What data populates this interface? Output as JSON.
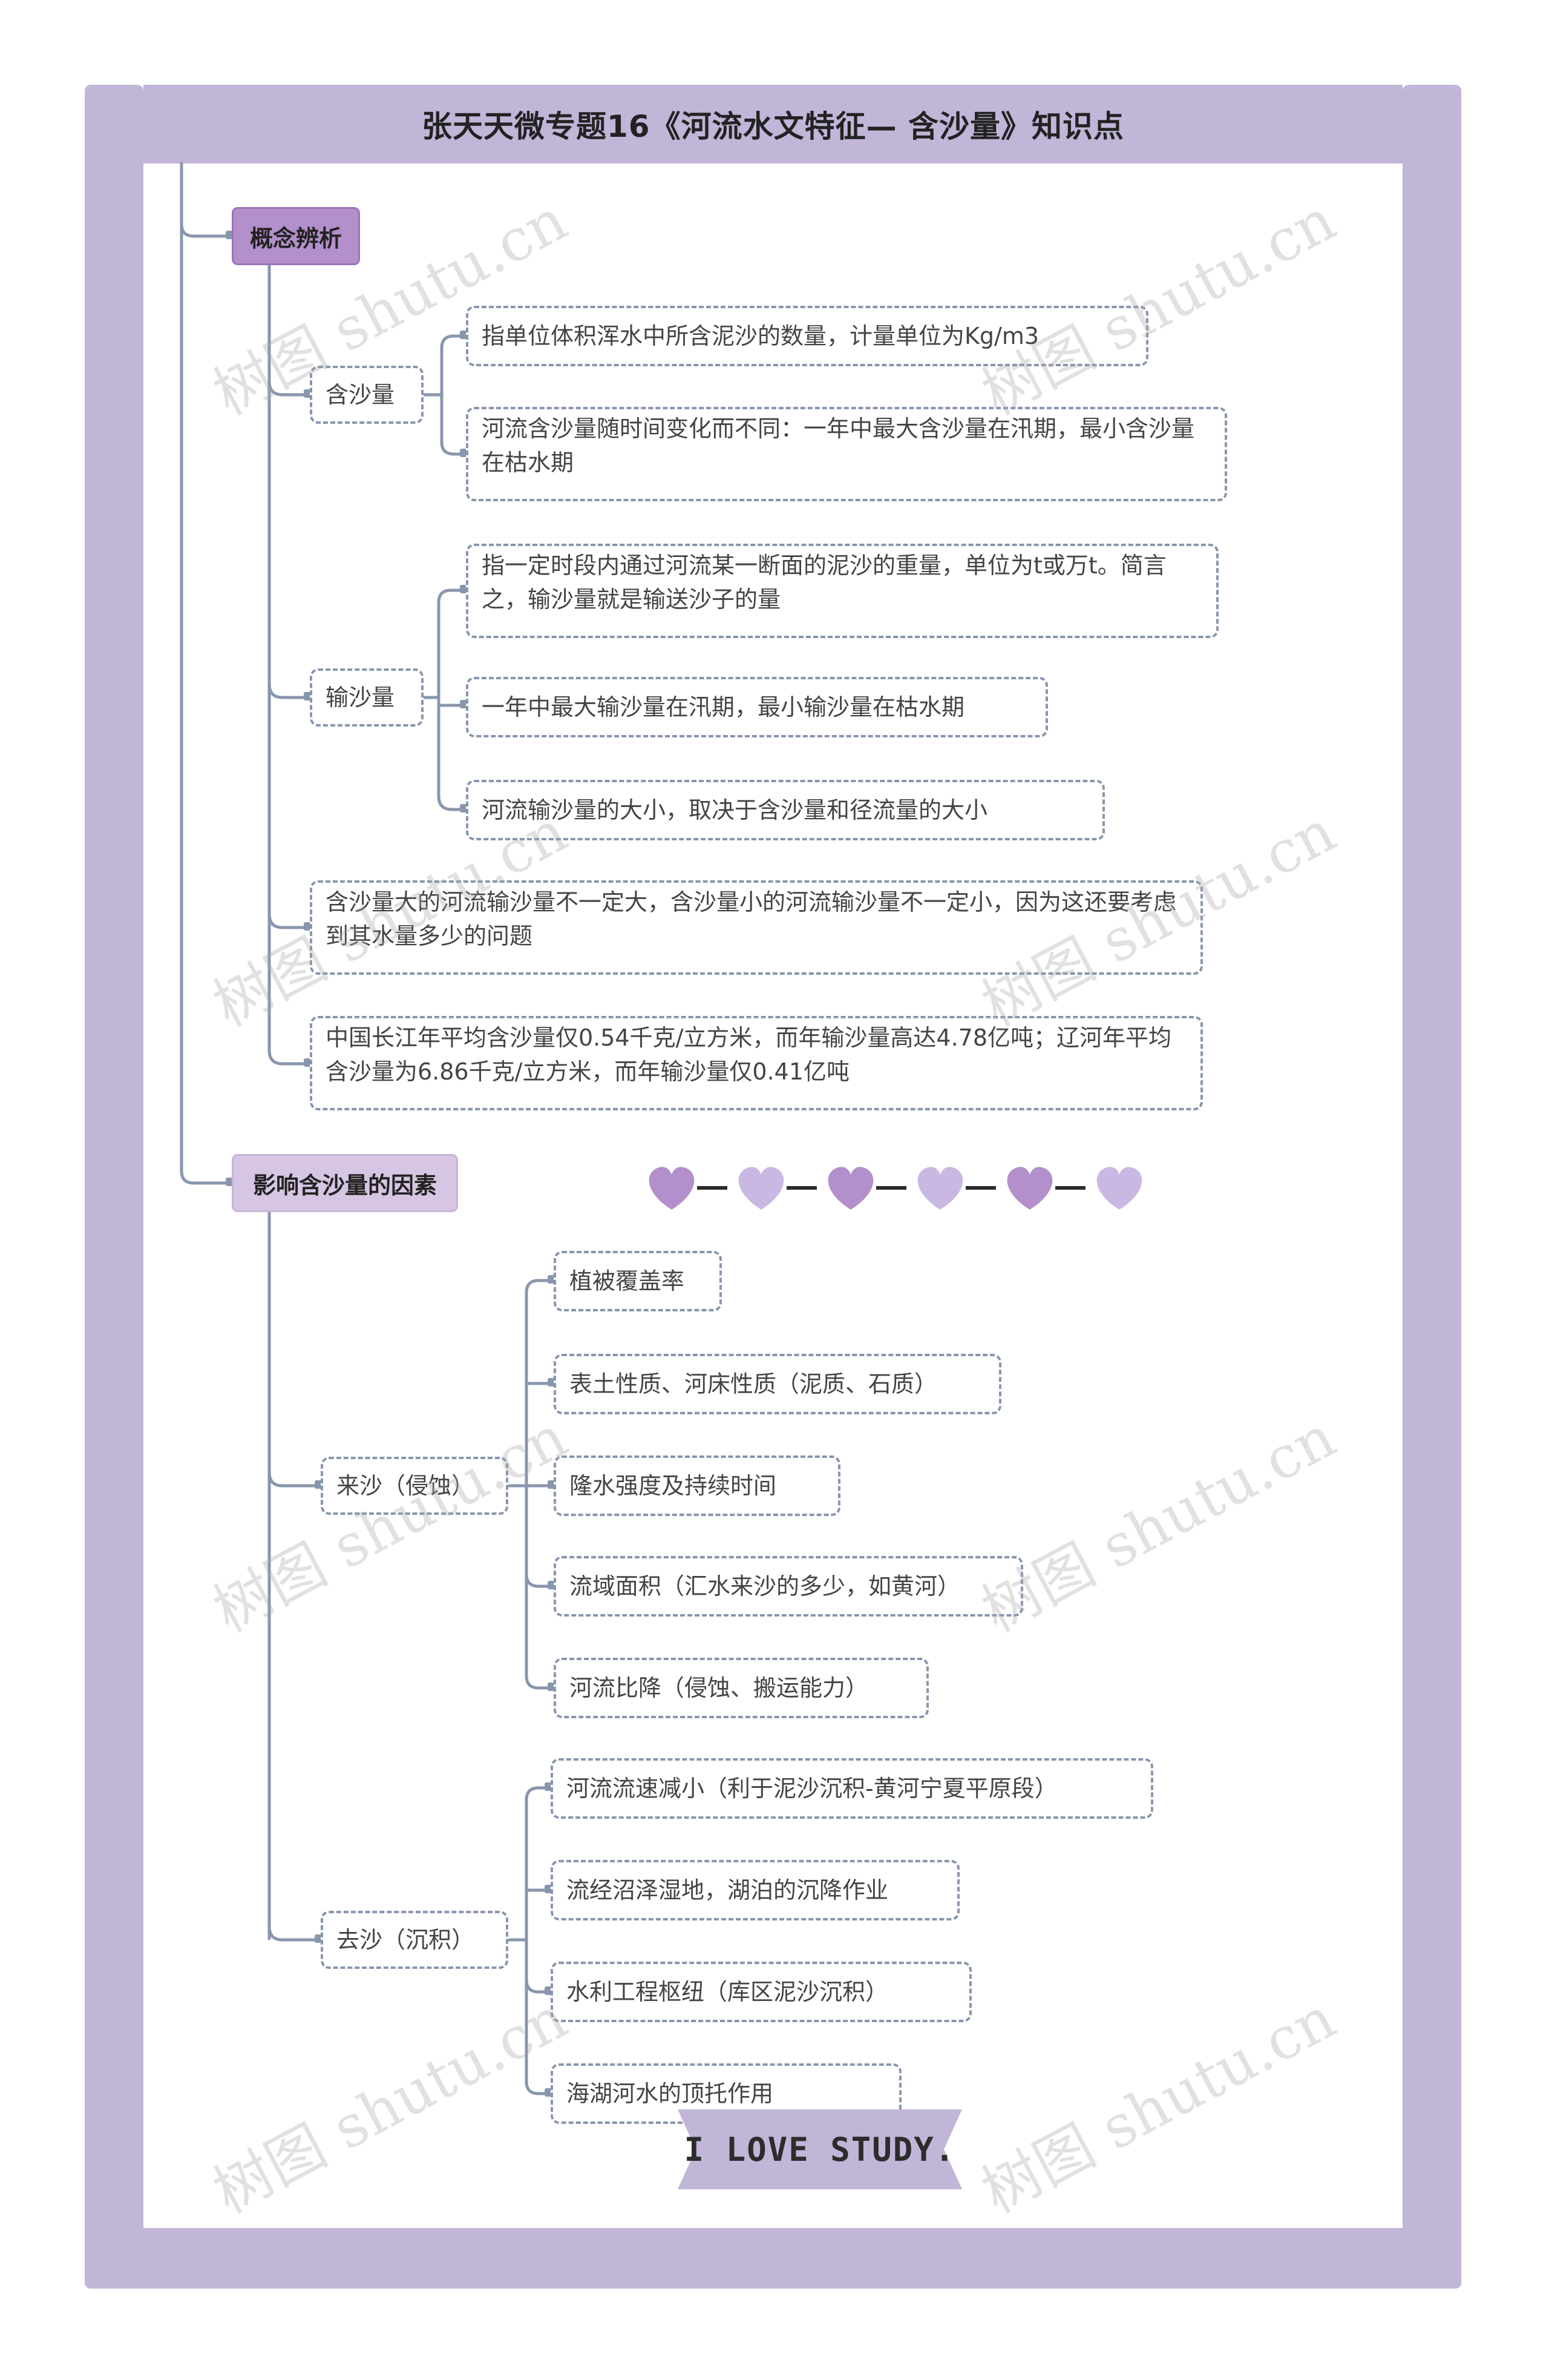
{
  "title": "张天天微专题16《河流水文特征— 含沙量》知识点",
  "watermark_text": "树图 shutu.cn",
  "sections": {
    "concept": {
      "label": "概念辨析",
      "hansha": {
        "label": "含沙量",
        "items": [
          "指单位体积浑水中所含泥沙的数量，计量单位为Kg/m3",
          "河流含沙量随时间变化而不同：一年中最大含沙量在汛期，最小含沙量在枯水期"
        ]
      },
      "shusha": {
        "label": "输沙量",
        "items": [
          "指一定时段内通过河流某一断面的泥沙的重量，单位为t或万t。简言之，输沙量就是输送沙子的量",
          "一年中最大输沙量在汛期，最小输沙量在枯水期",
          "河流输沙量的大小，取决于含沙量和径流量的大小"
        ]
      },
      "note1": "含沙量大的河流输沙量不一定大，含沙量小的河流输沙量不一定小，因为这还要考虑到其水量多少的问题",
      "note2": "中国长江年平均含沙量仅0.54千克/立方米，而年输沙量高达4.78亿吨；辽河年平均含沙量为6.86千克/立方米，而年输沙量仅0.41亿吨"
    },
    "factors": {
      "label": "影响含沙量的因素",
      "laisha": {
        "label": "来沙（侵蚀）",
        "items": [
          "植被覆盖率",
          "表土性质、河床性质（泥质、石质）",
          "隆水强度及持续时间",
          "流域面积（汇水来沙的多少，如黄河）",
          "河流比降（侵蚀、搬运能力）"
        ]
      },
      "qusha": {
        "label": "去沙（沉积）",
        "items": [
          "河流流速减小（利于泥沙沉积-黄河宁夏平原段）",
          "流经沼泽湿地，湖泊的沉降作业",
          "水利工程枢纽（库区泥沙沉积）",
          "海湖河水的顶托作用"
        ]
      }
    }
  },
  "banner_text": "I LOVE STUDY.",
  "colors": {
    "frame": "#c1b5d8",
    "heart_dark": "#b38fcb",
    "heart_light": "#c9b9e2",
    "line": "#8896ad"
  }
}
